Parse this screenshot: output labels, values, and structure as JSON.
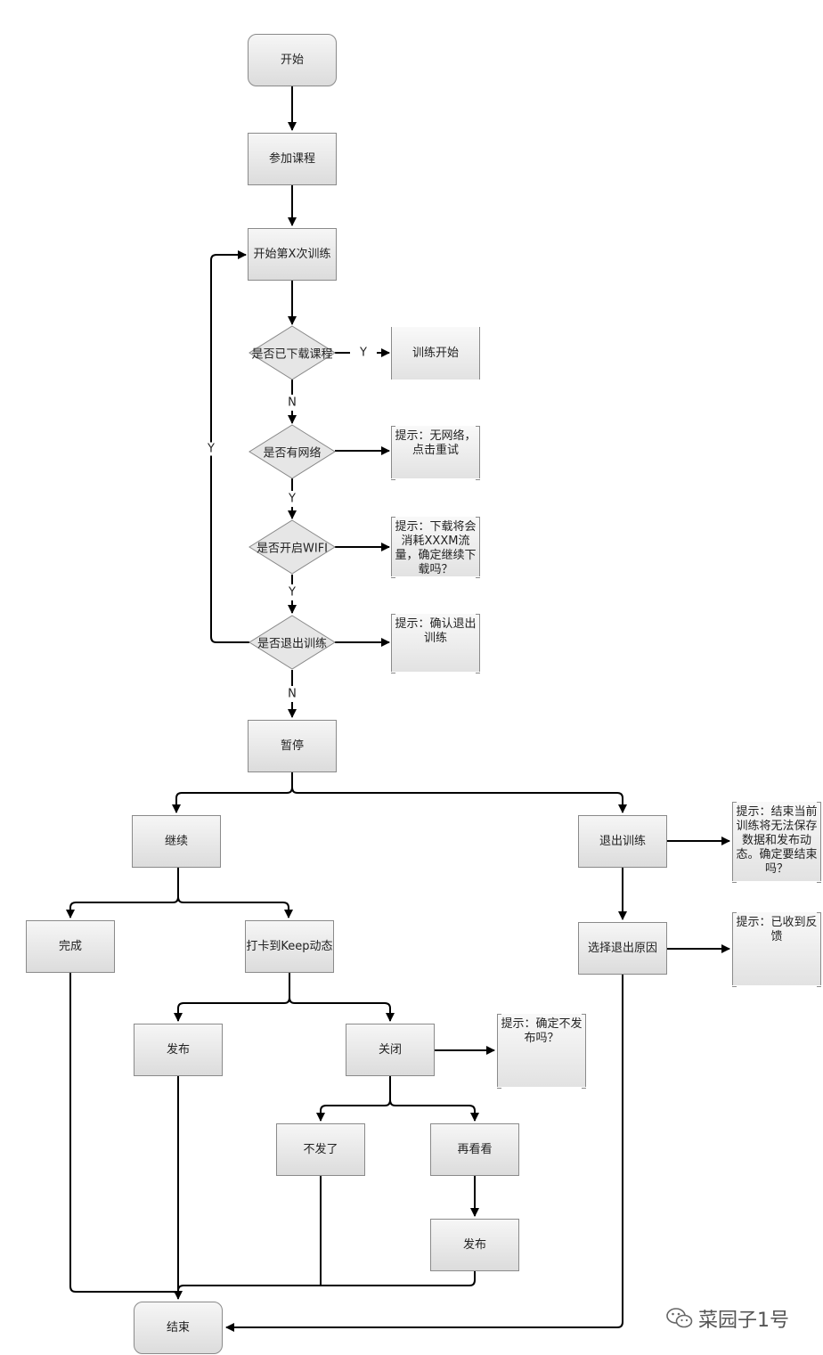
{
  "nodes": {
    "start": "开始",
    "join_course": "参加课程",
    "start_training": "开始第X次训练",
    "training_begin": "训练开始",
    "pause": "暂停",
    "continue": "继续",
    "exit_training": "退出训练",
    "complete": "完成",
    "checkin_keep": "打卡到Keep动态",
    "select_exit_reason": "选择退出原因",
    "publish": "发布",
    "close": "关闭",
    "not_publish": "不发了",
    "look_again": "再看看",
    "publish_again": "发布",
    "end": "结束"
  },
  "decisions": {
    "downloaded": "是否已下载课程",
    "has_network": "是否有网络",
    "wifi_on": "是否开启WIFI",
    "exit_training": "是否退出训练"
  },
  "notes": {
    "no_network": "提示：无网络，点击重试",
    "data_usage": "提示：下载将会消耗XXXM流量，确定继续下载吗？",
    "confirm_exit": "提示：确认退出训练",
    "end_warning": "提示：结束当前训练将无法保存数据和发布动态。确定要结束吗？",
    "feedback_received": "提示：已收到反馈",
    "confirm_not_publish": "提示：确定不发布吗？"
  },
  "edge_labels": {
    "downloaded_yes": "Y",
    "downloaded_no": "N",
    "network_yes": "Y",
    "wifi_yes": "Y",
    "exit_no": "N",
    "loop_yes": "Y"
  },
  "watermark": {
    "text": "菜园子1号",
    "icon": "wechat-icon"
  }
}
